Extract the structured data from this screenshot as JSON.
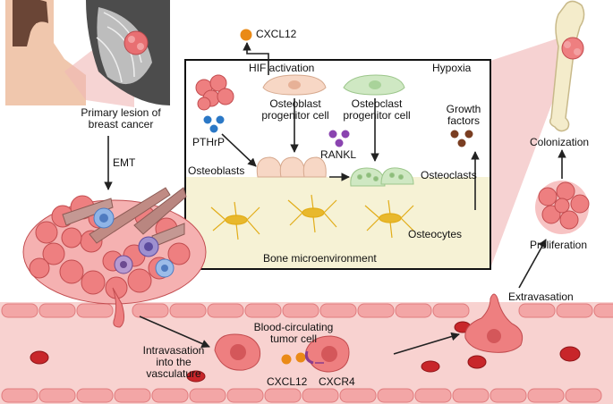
{
  "labels": {
    "cxcl12_top": "CXCL12",
    "hif_activation": "HIF activation",
    "hypoxia": "Hypoxia",
    "osteoblast_progenitor": "Osteoblast\nprogenitor cell",
    "osteoclast_progenitor": "Osteoclast\nprogenitor cell",
    "growth_factors": "Growth\nfactors",
    "pthrp": "PTHrP",
    "rankl": "RANKL",
    "osteoblasts": "Osteoblasts",
    "osteoclasts": "Osteoclasts",
    "osteocytes": "Osteocytes",
    "bone_microenvironment": "Bone microenvironment",
    "primary_lesion": "Primary lesion of\nbreast cancer",
    "emt": "EMT",
    "colonization": "Colonization",
    "proliferation": "Proliferation",
    "extravasation": "Extravasation",
    "intravasation": "Intravasation\ninto the\nvasculature",
    "circulating_tumor_cell": "Blood-circulating\ntumor cell",
    "cxcl12_bottom": "CXCL12",
    "cxcr4": "CXCR4"
  },
  "colors": {
    "vessel": "#f8d2d0",
    "endothelium": "#f3a6a6",
    "bone_matrix": "#f6f2d5",
    "tumor": "#ee7f80",
    "osteoblast": "#f7d7c5",
    "osteoclast": "#cfe8c3",
    "osteocyte": "#e8b82c",
    "cxcl12": "#ea8a17",
    "pthrp": "#2b78c6",
    "rankl": "#8a44b0",
    "growth_factor": "#7a3e22",
    "rbc": "#c8262a"
  }
}
